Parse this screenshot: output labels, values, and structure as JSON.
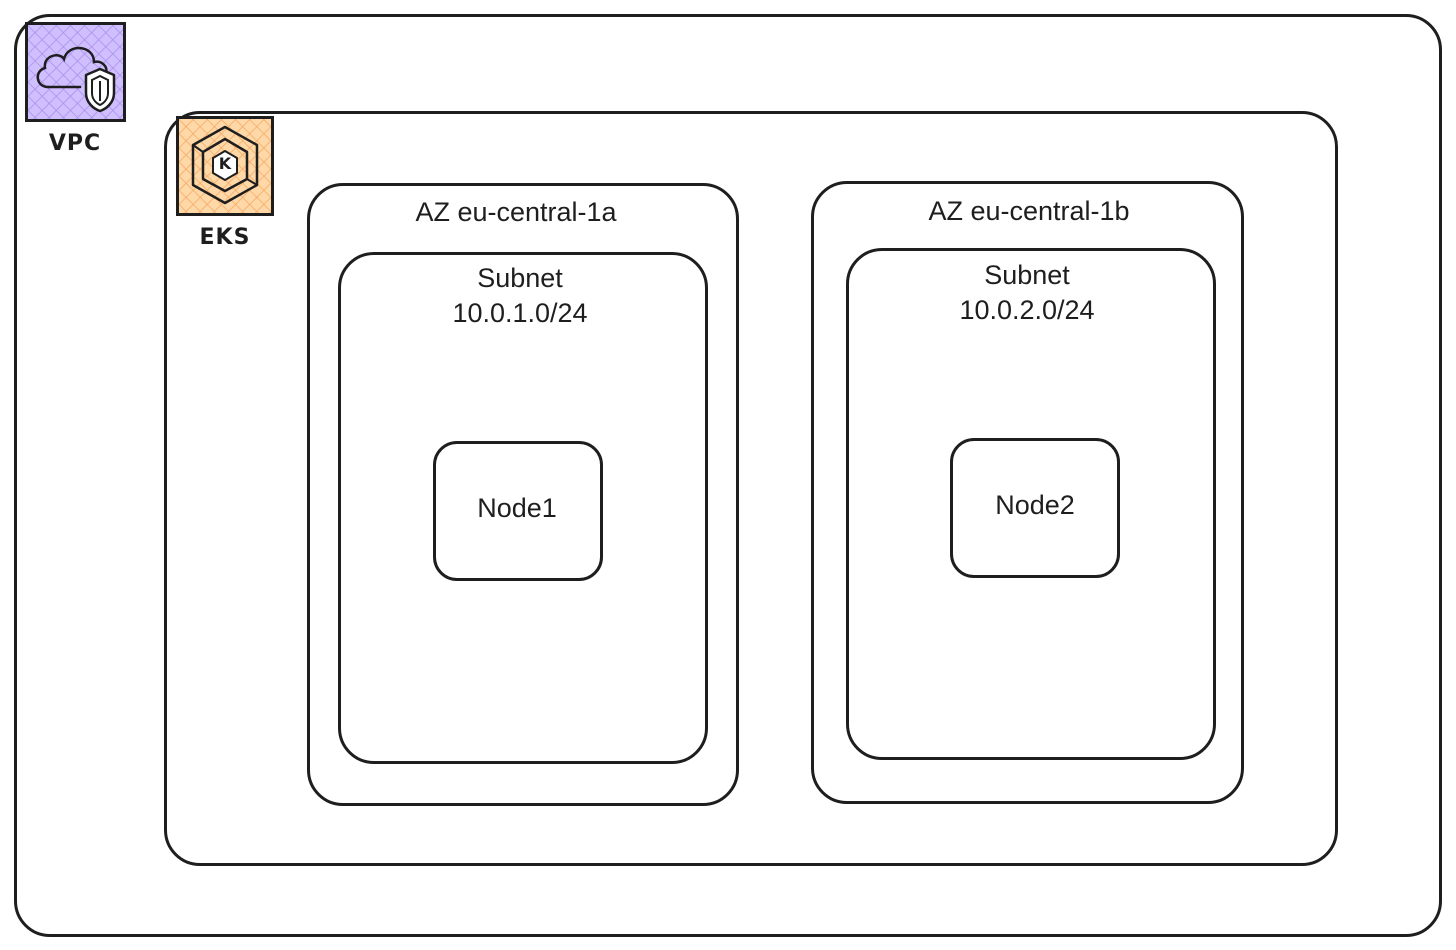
{
  "vpc": {
    "label": "VPC",
    "icon": "vpc-shield-cloud-icon",
    "color": "#7048e8"
  },
  "eks": {
    "label": "EKS",
    "icon": "eks-kubernetes-icon",
    "color": "#f08c00",
    "icon_letter": "K"
  },
  "azs": [
    {
      "label": "AZ eu-central-1a",
      "subnet_title": "Subnet",
      "subnet_cidr": "10.0.1.0/24",
      "node": "Node1"
    },
    {
      "label": "AZ eu-central-1b",
      "subnet_title": "Subnet",
      "subnet_cidr": "10.0.2.0/24",
      "node": "Node2"
    }
  ]
}
